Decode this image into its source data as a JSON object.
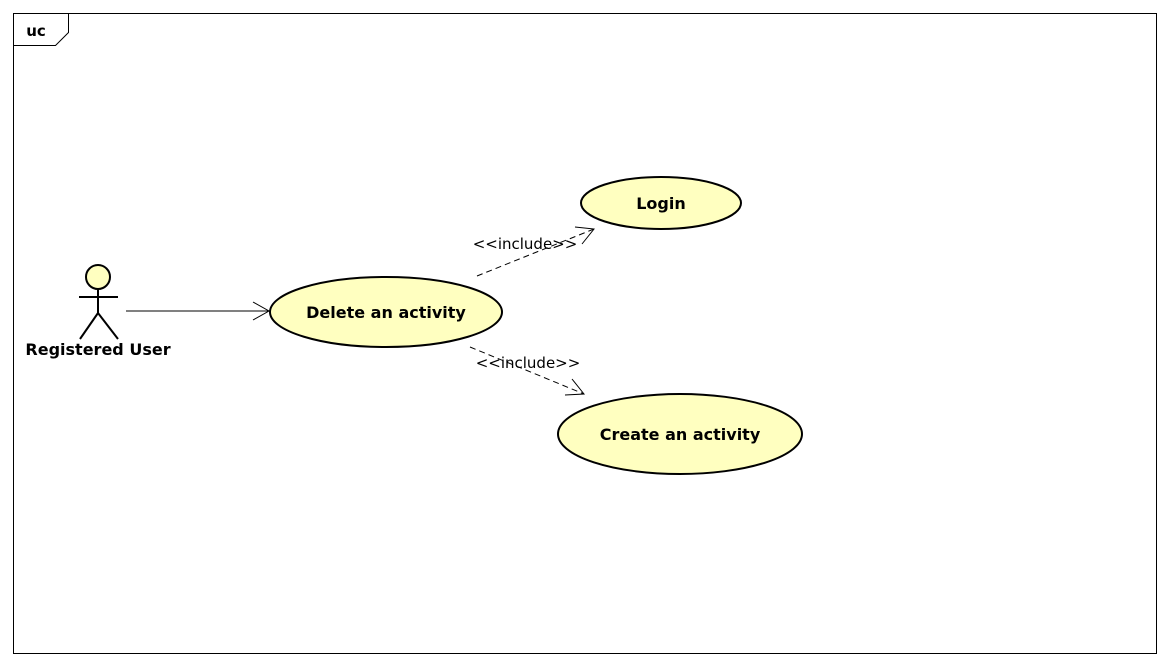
{
  "frame": {
    "tag": "uc"
  },
  "actor": {
    "name": "Registered User"
  },
  "use_cases": {
    "delete": "Delete an activity",
    "login": "Login",
    "create": "Create an activity"
  },
  "relations": {
    "include_login": "<<include>>",
    "include_create": "<<include>>"
  },
  "colors": {
    "use_case_fill": "#FFFFC0",
    "stroke": "#000000",
    "background": "#FFFFFF"
  }
}
